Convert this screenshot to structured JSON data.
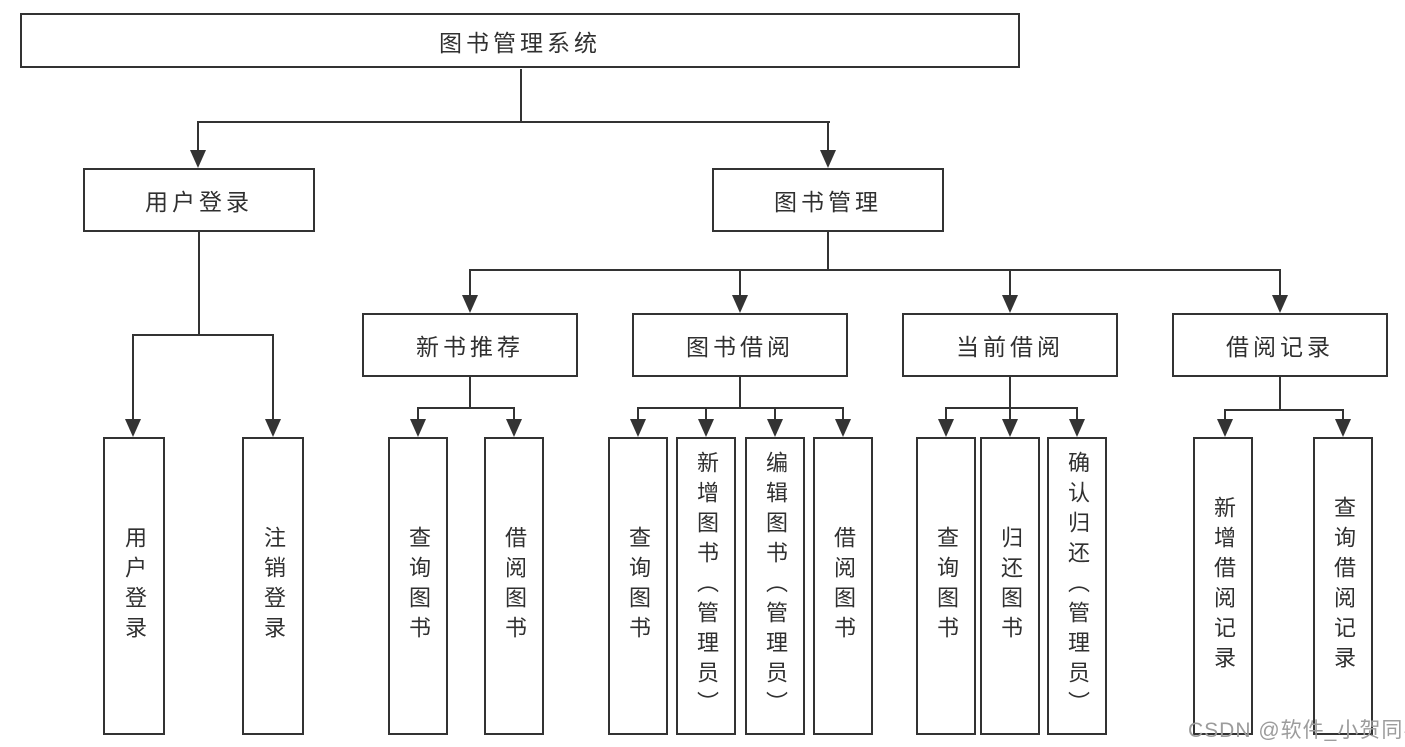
{
  "palette": {
    "line": "#333333",
    "text": "#303030",
    "bg": "#ffffff",
    "watermark": "#9c9c9c"
  },
  "tree": {
    "root": {
      "label": "图书管理系统"
    },
    "branches": [
      {
        "label": "用户登录",
        "children": [
          {
            "label": "用户登录"
          },
          {
            "label": "注销登录"
          }
        ]
      },
      {
        "label": "图书管理",
        "children": [
          {
            "label": "新书推荐",
            "children": [
              {
                "label": "查询图书"
              },
              {
                "label": "借阅图书"
              }
            ]
          },
          {
            "label": "图书借阅",
            "children": [
              {
                "label": "查询图书"
              },
              {
                "label": "新增图书（管理员）"
              },
              {
                "label": "编辑图书（管理员）"
              },
              {
                "label": "借阅图书"
              }
            ]
          },
          {
            "label": "当前借阅",
            "children": [
              {
                "label": "查询图书"
              },
              {
                "label": "归还图书"
              },
              {
                "label": "确认归还（管理员）"
              }
            ]
          },
          {
            "label": "借阅记录",
            "children": [
              {
                "label": "新增借阅记录"
              },
              {
                "label": "查询借阅记录"
              }
            ]
          }
        ]
      }
    ]
  },
  "watermark": {
    "text": "CSDN @软件_小贺同学"
  }
}
